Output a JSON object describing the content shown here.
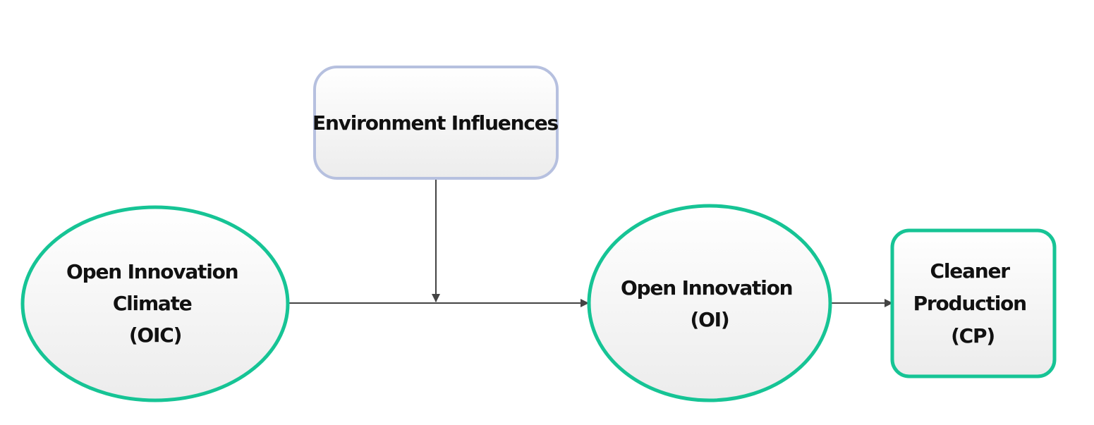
{
  "diagram": {
    "nodes": {
      "env": {
        "lines": [
          "Environment Influences"
        ]
      },
      "oic": {
        "lines": [
          "Open Innovation",
          "Climate",
          "(OIC)"
        ]
      },
      "oi": {
        "lines": [
          "Open Innovation",
          "(OI)"
        ]
      },
      "cp": {
        "lines": [
          "Cleaner",
          "Production",
          "(CP)"
        ]
      }
    },
    "edges": [
      {
        "from": "oic",
        "to": "oi",
        "label": ""
      },
      {
        "from": "env",
        "to": "oic-oi-path",
        "label": ""
      },
      {
        "from": "oi",
        "to": "cp",
        "label": ""
      }
    ]
  },
  "colors": {
    "green_border": "#16c495",
    "blue_border": "#b6c0df",
    "fill_top": "#ffffff",
    "fill_bottom": "#ececec",
    "arrow": "#444444",
    "text": "#111111"
  }
}
